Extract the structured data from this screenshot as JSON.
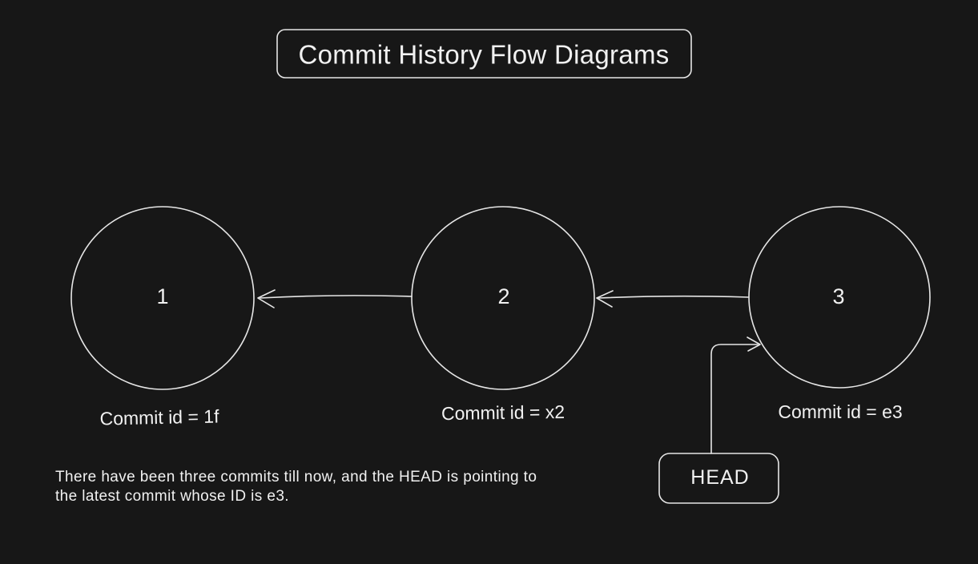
{
  "title": "Commit History Flow Diagrams",
  "commits": [
    {
      "number": "1",
      "label": "Commit id = 1f"
    },
    {
      "number": "2",
      "label": "Commit id = x2"
    },
    {
      "number": "3",
      "label": "Commit id = e3"
    }
  ],
  "head_pointer": {
    "label": "HEAD"
  },
  "caption": {
    "line1": "There have been three commits till now, and the HEAD is pointing to",
    "line2": "the latest commit whose ID is e3."
  },
  "colors": {
    "background": "#171717",
    "stroke": "#e6e6e6",
    "text": "#f1f1f1"
  }
}
